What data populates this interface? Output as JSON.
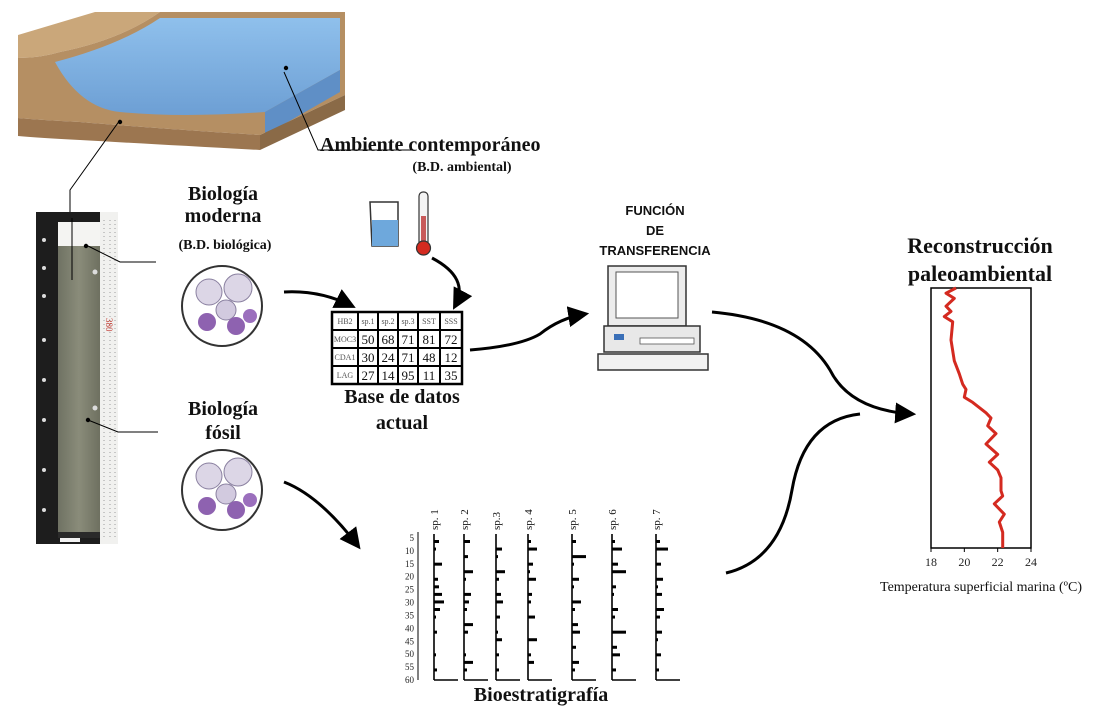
{
  "labels": {
    "ambiente_title": "Ambiente contemporáneo",
    "ambiente_sub": "(B.D. ambiental)",
    "bio_moderna_1": "Biología",
    "bio_moderna_2": "moderna",
    "bio_moderna_sub": "(B.D. biológica)",
    "bio_fosil_1": "Biología",
    "bio_fosil_2": "fósil",
    "funcion_1": "FUNCIÓN",
    "funcion_2": "DE",
    "funcion_3": "TRANSFERENCIA",
    "base_1": "Base de datos",
    "base_2": "actual",
    "reconstruccion_1": "Reconstrucción",
    "reconstruccion_2": "paleoambiental",
    "bioestratigrafia": "Bioestratigrafía"
  },
  "database_table": {
    "header": [
      "HB2",
      "sp.1",
      "sp.2",
      "sp.3",
      "SST",
      "SSS"
    ],
    "rows": [
      [
        "MOC3",
        "50",
        "68",
        "71",
        "81",
        "72"
      ],
      [
        "CDA1",
        "30",
        "24",
        "71",
        "48",
        "12"
      ],
      [
        "LAG",
        "27",
        "14",
        "95",
        "11",
        "35"
      ]
    ]
  },
  "core_scale_label": "380",
  "biostratigraphy": {
    "species": [
      "sp. 1",
      "sp. 2",
      "sp.3",
      "sp. 4",
      "sp. 5",
      "sp. 6",
      "sp. 7"
    ],
    "depth_ticks": [
      "5",
      "10",
      "15",
      "20",
      "25",
      "30",
      "35",
      "40",
      "45",
      "50",
      "55",
      "60"
    ]
  },
  "chart_data": {
    "type": "line",
    "title": "",
    "xlabel": "Temperatura superficial marina (ºC)",
    "ylabel": "",
    "xlim": [
      18,
      24
    ],
    "x_ticks": [
      "18",
      "20",
      "22",
      "24"
    ],
    "y_reversed": true,
    "series": [
      {
        "color": "#d42a20",
        "points": [
          [
            19.5,
            0
          ],
          [
            18.9,
            0.02
          ],
          [
            19.4,
            0.04
          ],
          [
            18.9,
            0.07
          ],
          [
            19.2,
            0.09
          ],
          [
            18.8,
            0.11
          ],
          [
            19.3,
            0.13
          ],
          [
            19.2,
            0.2
          ],
          [
            19.4,
            0.28
          ],
          [
            19.7,
            0.33
          ],
          [
            19.9,
            0.37
          ],
          [
            20.1,
            0.39
          ],
          [
            20.0,
            0.42
          ],
          [
            20.5,
            0.44
          ],
          [
            21.3,
            0.48
          ],
          [
            21.6,
            0.5
          ],
          [
            21.4,
            0.53
          ],
          [
            21.9,
            0.56
          ],
          [
            21.3,
            0.6
          ],
          [
            22.0,
            0.64
          ],
          [
            21.5,
            0.67
          ],
          [
            22.0,
            0.7
          ],
          [
            22.2,
            0.73
          ],
          [
            22.2,
            0.78
          ],
          [
            22.3,
            0.8
          ],
          [
            21.8,
            0.83
          ],
          [
            22.4,
            0.87
          ],
          [
            22.1,
            0.9
          ],
          [
            22.3,
            0.94
          ],
          [
            22.3,
            1.0
          ]
        ]
      }
    ]
  },
  "colors": {
    "water": "#7fb2e2",
    "land": "#b8946a",
    "accent_red": "#d42a20",
    "microfossil_purple": "#8e62b0"
  }
}
